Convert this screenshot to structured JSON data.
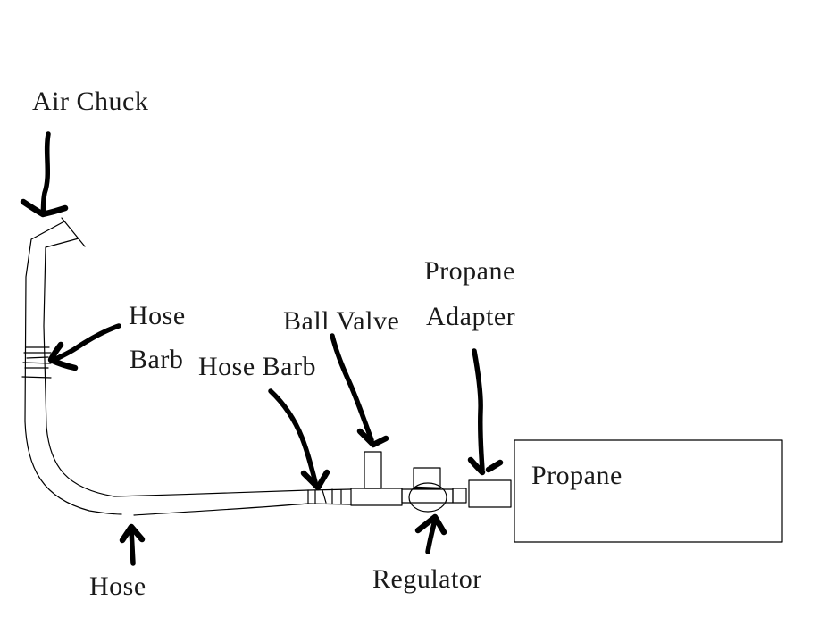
{
  "page": {
    "background_color": "#ffffff",
    "ink_color": "#000000"
  },
  "labels": {
    "air_chuck": "Air Chuck",
    "hose_barb_left": {
      "line1": "Hose",
      "line2": "Barb"
    },
    "hose_barb_mid": "Hose Barb",
    "ball_valve": "Ball Valve",
    "propane_adapter": {
      "line1": "Propane",
      "line2": "Adapter"
    },
    "propane_tank": "Propane",
    "hose": "Hose",
    "regulator": "Regulator"
  }
}
